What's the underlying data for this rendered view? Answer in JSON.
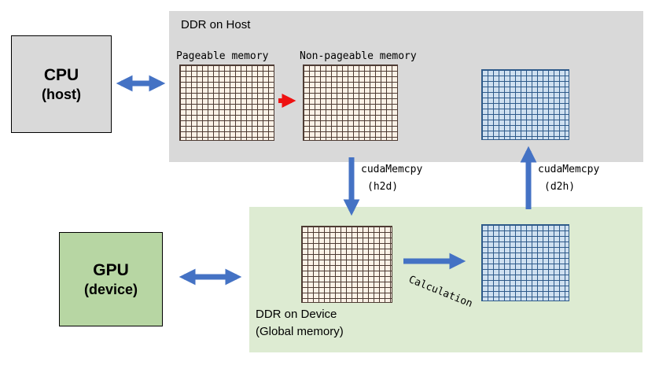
{
  "diagram": {
    "cpu_box": {
      "title": "CPU",
      "subtitle": "(host)"
    },
    "gpu_box": {
      "title": "GPU",
      "subtitle": "(device)"
    },
    "host_region": {
      "title": "DDR on Host",
      "pageable_label": "Pageable memory",
      "non_pageable_label": "Non-pageable memory"
    },
    "device_region": {
      "title": "DDR on Device",
      "subtitle": "(Global memory)"
    },
    "arrows": {
      "h2d_label": "cudaMemcpy",
      "h2d_sublabel": "(h2d)",
      "d2h_label": "cudaMemcpy",
      "d2h_sublabel": "(d2h)",
      "calculation_label": "Calculation"
    },
    "colors": {
      "arrow_blue": "#4472c4",
      "arrow_red": "#ee1111",
      "host_region_bg": "#d9d9d9",
      "device_region_bg": "#ddebd2",
      "cpu_box_bg": "#d9d9d9",
      "gpu_box_bg": "#b7d6a3",
      "grid_cream_bg": "#fbf2e7",
      "grid_cream_line": "#4d3b33",
      "grid_blue_bg": "#cfe0f0",
      "grid_blue_line": "#2e5a8a"
    }
  }
}
